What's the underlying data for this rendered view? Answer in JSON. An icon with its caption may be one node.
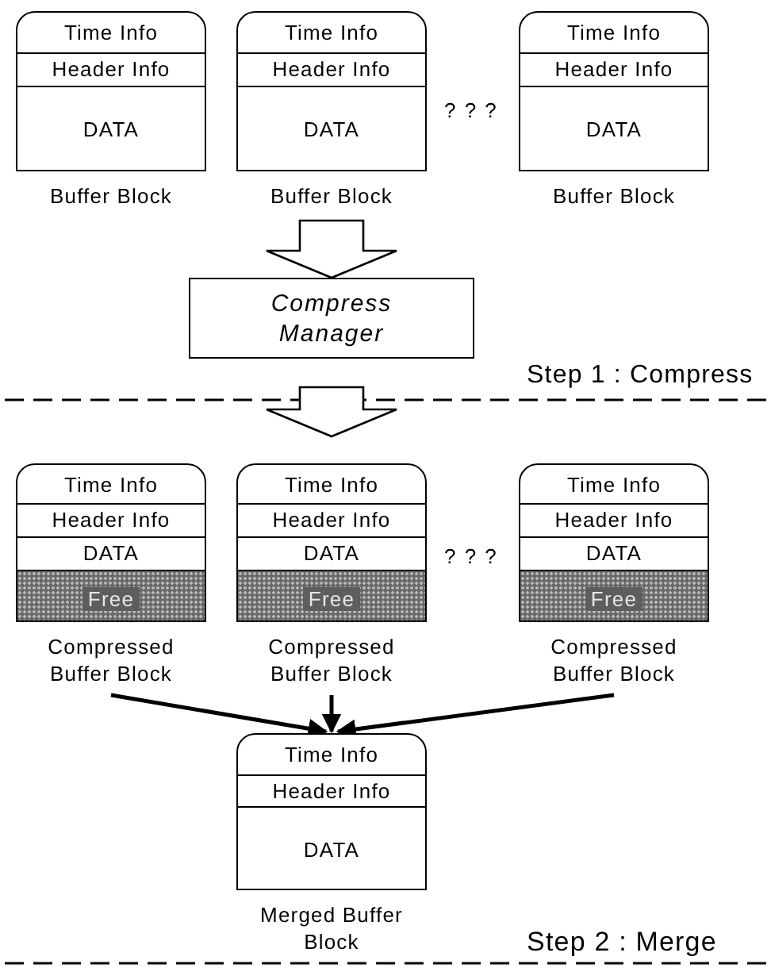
{
  "diagram": {
    "nodes": [
      {
        "text": [
          "Time Info",
          "Header Info",
          "DATA"
        ],
        "beside": [
          "Buffer Block"
        ]
      },
      {
        "text": [
          "Time Info",
          "Header Info",
          "DATA"
        ],
        "beside": [
          "Buffer Block"
        ]
      },
      {
        "text": [
          "Time Info",
          "Header Info",
          "DATA"
        ],
        "beside": [
          "Buffer Block"
        ]
      },
      {
        "text": [
          "Compress Manager"
        ]
      },
      {
        "text": [
          "Time Info",
          "Header Info",
          "DATA",
          "Free"
        ],
        "beside": [
          "Compressed Buffer Block"
        ]
      },
      {
        "text": [
          "Time Info",
          "Header Info",
          "DATA",
          "Free"
        ],
        "beside": [
          "Compressed Buffer Block"
        ]
      },
      {
        "text": [
          "Time Info",
          "Header Info",
          "DATA",
          "Free"
        ],
        "beside": [
          "Compressed Buffer Block"
        ]
      },
      {
        "text": [
          "Time Info",
          "Header Info",
          "DATA"
        ],
        "beside": [
          "Merged Buffer Block"
        ]
      }
    ],
    "edges": [
      {
        "from": 1,
        "to": 3,
        "arrow": "to"
      },
      {
        "from": 3,
        "to": 5,
        "arrow": "to"
      },
      {
        "from": 4,
        "to": 7,
        "arrow": "to"
      },
      {
        "from": 5,
        "to": 7,
        "arrow": "to"
      },
      {
        "from": 6,
        "to": 7,
        "arrow": "to"
      }
    ],
    "labels": [
      "? ? ?",
      "Step 1 : Compress",
      "? ? ?",
      "Step 2 : Merge"
    ]
  }
}
